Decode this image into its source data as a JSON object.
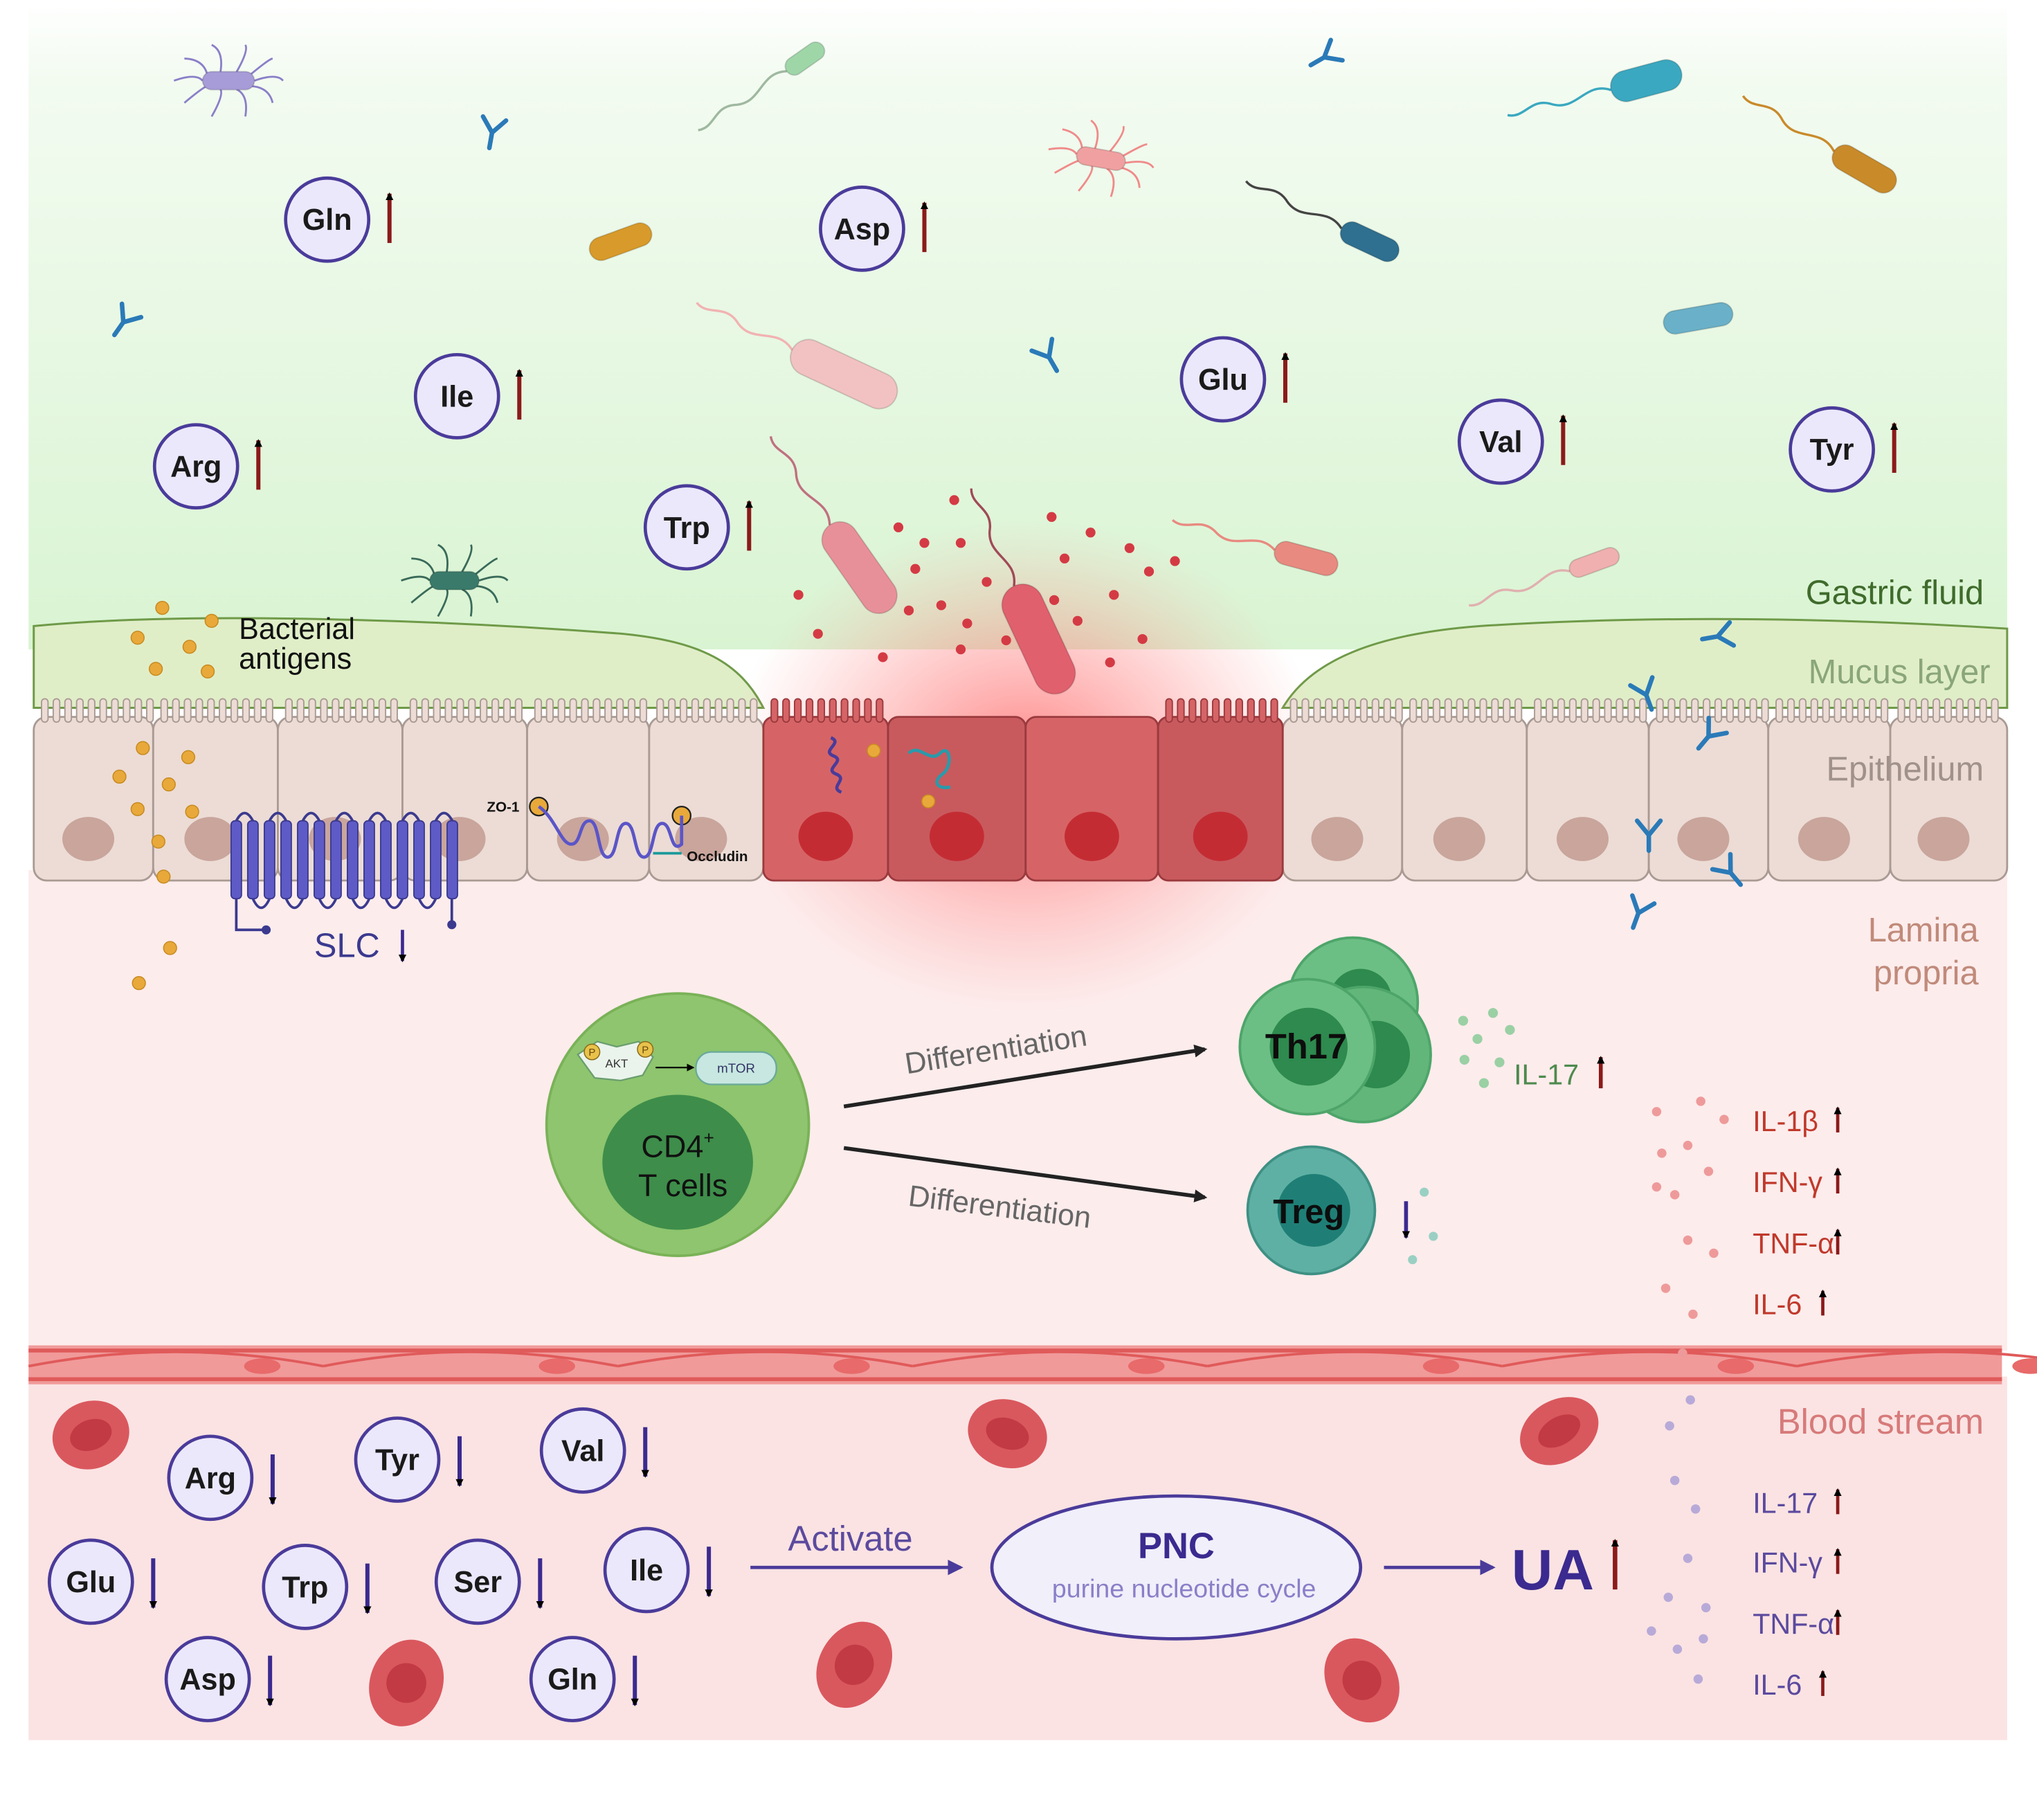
{
  "layers": {
    "gastric_fluid": "Gastric fluid",
    "mucus_layer": "Mucus layer",
    "epithelium": "Epithelium",
    "lamina_propria_1": "Lamina",
    "lamina_propria_2": "propria",
    "blood_stream": "Blood stream"
  },
  "labels": {
    "bacterial_antigens_1": "Bacterial",
    "bacterial_antigens_2": "antigens",
    "zo1": "ZO-1",
    "occludin": "Occludin",
    "slc": "SLC",
    "akt": "AKT",
    "mtor": "mTOR",
    "p": "P",
    "cd4_line1": "CD4",
    "cd4_sup": "+",
    "cd4_line2": "T cells",
    "differentiation": "Differentiation",
    "th17": "Th17",
    "treg": "Treg",
    "il17": "IL-17",
    "activate": "Activate",
    "pnc_title": "PNC",
    "pnc_subtitle": "purine nucleotide cycle",
    "ua": "UA"
  },
  "gastric_amino_acids": [
    {
      "name": "Gln",
      "direction": "up"
    },
    {
      "name": "Asp",
      "direction": "up"
    },
    {
      "name": "Ile",
      "direction": "up"
    },
    {
      "name": "Glu",
      "direction": "up"
    },
    {
      "name": "Arg",
      "direction": "up"
    },
    {
      "name": "Trp",
      "direction": "up"
    },
    {
      "name": "Val",
      "direction": "up"
    },
    {
      "name": "Tyr",
      "direction": "up"
    }
  ],
  "blood_amino_acids": [
    {
      "name": "Arg",
      "direction": "down"
    },
    {
      "name": "Tyr",
      "direction": "down"
    },
    {
      "name": "Val",
      "direction": "down"
    },
    {
      "name": "Glu",
      "direction": "down"
    },
    {
      "name": "Trp",
      "direction": "down"
    },
    {
      "name": "Ser",
      "direction": "down"
    },
    {
      "name": "Ile",
      "direction": "down"
    },
    {
      "name": "Asp",
      "direction": "down"
    },
    {
      "name": "Gln",
      "direction": "down"
    }
  ],
  "lamina_cytokines": [
    {
      "name": "IL-1β",
      "direction": "up"
    },
    {
      "name": "IFN-γ",
      "direction": "up"
    },
    {
      "name": "TNF-α",
      "direction": "up"
    },
    {
      "name": "IL-6",
      "direction": "up"
    }
  ],
  "blood_cytokines": [
    {
      "name": "IL-17",
      "direction": "up"
    },
    {
      "name": "IFN-γ",
      "direction": "up"
    },
    {
      "name": "TNF-α",
      "direction": "up"
    },
    {
      "name": "IL-6",
      "direction": "up"
    }
  ],
  "colors": {
    "up_arrow": "#8b1a1a",
    "down_arrow": "#3b2a8f",
    "cytokine_red": "#c0392b",
    "cytokine_purple": "#5b4a9e",
    "amino_fill": "#ece8fb",
    "amino_stroke": "#4a3b9a"
  }
}
